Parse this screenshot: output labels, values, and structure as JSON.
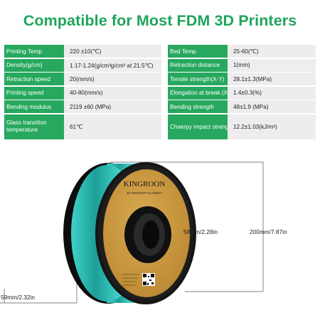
{
  "title": "Compatible for Most FDM 3D Printers",
  "specs": {
    "left": [
      {
        "label": "Printing Temp",
        "value": "220 ±10(℃)"
      },
      {
        "label": "Density(g/cm)",
        "value": "1.17-1.24(g/cm³g/cm³ at 21.5℃)"
      },
      {
        "label": "Retraction speed",
        "value": "20(mm/s)"
      },
      {
        "label": "Printing speed",
        "value": "40-80(mm/s)"
      },
      {
        "label": "Bending modulus",
        "value": "2119 ±60 (MPa)"
      },
      {
        "label": "Glass transition temperature",
        "value": "61℃"
      }
    ],
    "right": [
      {
        "label": "Bed Temp",
        "value": "25-60(℃)"
      },
      {
        "label": "Retraction distance",
        "value": "1(mm)"
      },
      {
        "label": "Tensile strength(X-Y)",
        "value": "28.1±1.3(MPa)"
      },
      {
        "label": "Elongation at break (X-Y)",
        "value": "1.4±0.3(%)"
      },
      {
        "label": "Bending strength",
        "value": "48±1.9 (MPa)"
      },
      {
        "label": "Chaerpy impact strength",
        "value": "12.2±1.03(kJ/m²)"
      }
    ]
  },
  "product": {
    "brand": "KINGROON",
    "label_subtitle": "3D PRINTER FILAMENT",
    "dimensions": {
      "hub": "58mm/2.28in",
      "diameter": "200mm/7.87in",
      "width": "59mm/2.32in"
    },
    "colors": {
      "filament": "#27b8b0",
      "label": "#c6963f",
      "flange": "#141414",
      "accent": "#1fa55c"
    }
  }
}
